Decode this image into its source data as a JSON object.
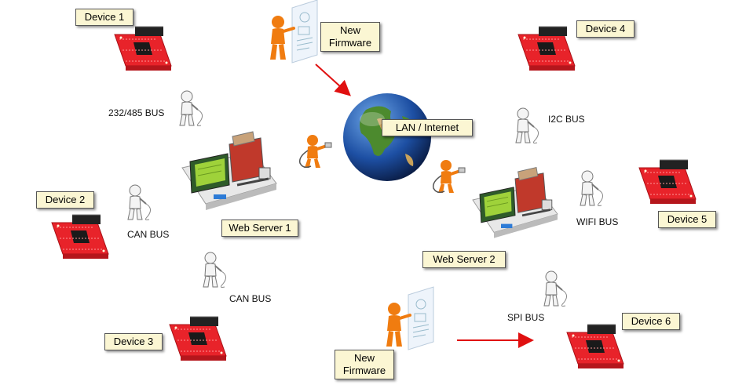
{
  "devices": [
    {
      "label": "Device 1"
    },
    {
      "label": "Device 2"
    },
    {
      "label": "Device 3"
    },
    {
      "label": "Device 4"
    },
    {
      "label": "Device 5"
    },
    {
      "label": "Device 6"
    }
  ],
  "servers": [
    {
      "label": "Web Server 1"
    },
    {
      "label": "Web Server 2"
    }
  ],
  "network": {
    "label": "LAN / Internet"
  },
  "firmware": [
    {
      "label_line1": "New",
      "label_line2": "Firmware"
    },
    {
      "label_line1": "New",
      "label_line2": "Firmware"
    }
  ],
  "buses": [
    {
      "label": "232/485 BUS"
    },
    {
      "label": "CAN BUS"
    },
    {
      "label": "CAN BUS"
    },
    {
      "label": "I2C BUS"
    },
    {
      "label": "WIFI BUS"
    },
    {
      "label": "SPI BUS"
    }
  ],
  "colors": {
    "board_red": "#e8232a",
    "person_orange": "#f07c10",
    "person_white": "#f4f4f4",
    "arrow_red": "#e01010",
    "label_bg": "#fbf6d3",
    "globe_ocean": "#1d4fa3",
    "globe_land": "#4c8a2e"
  }
}
